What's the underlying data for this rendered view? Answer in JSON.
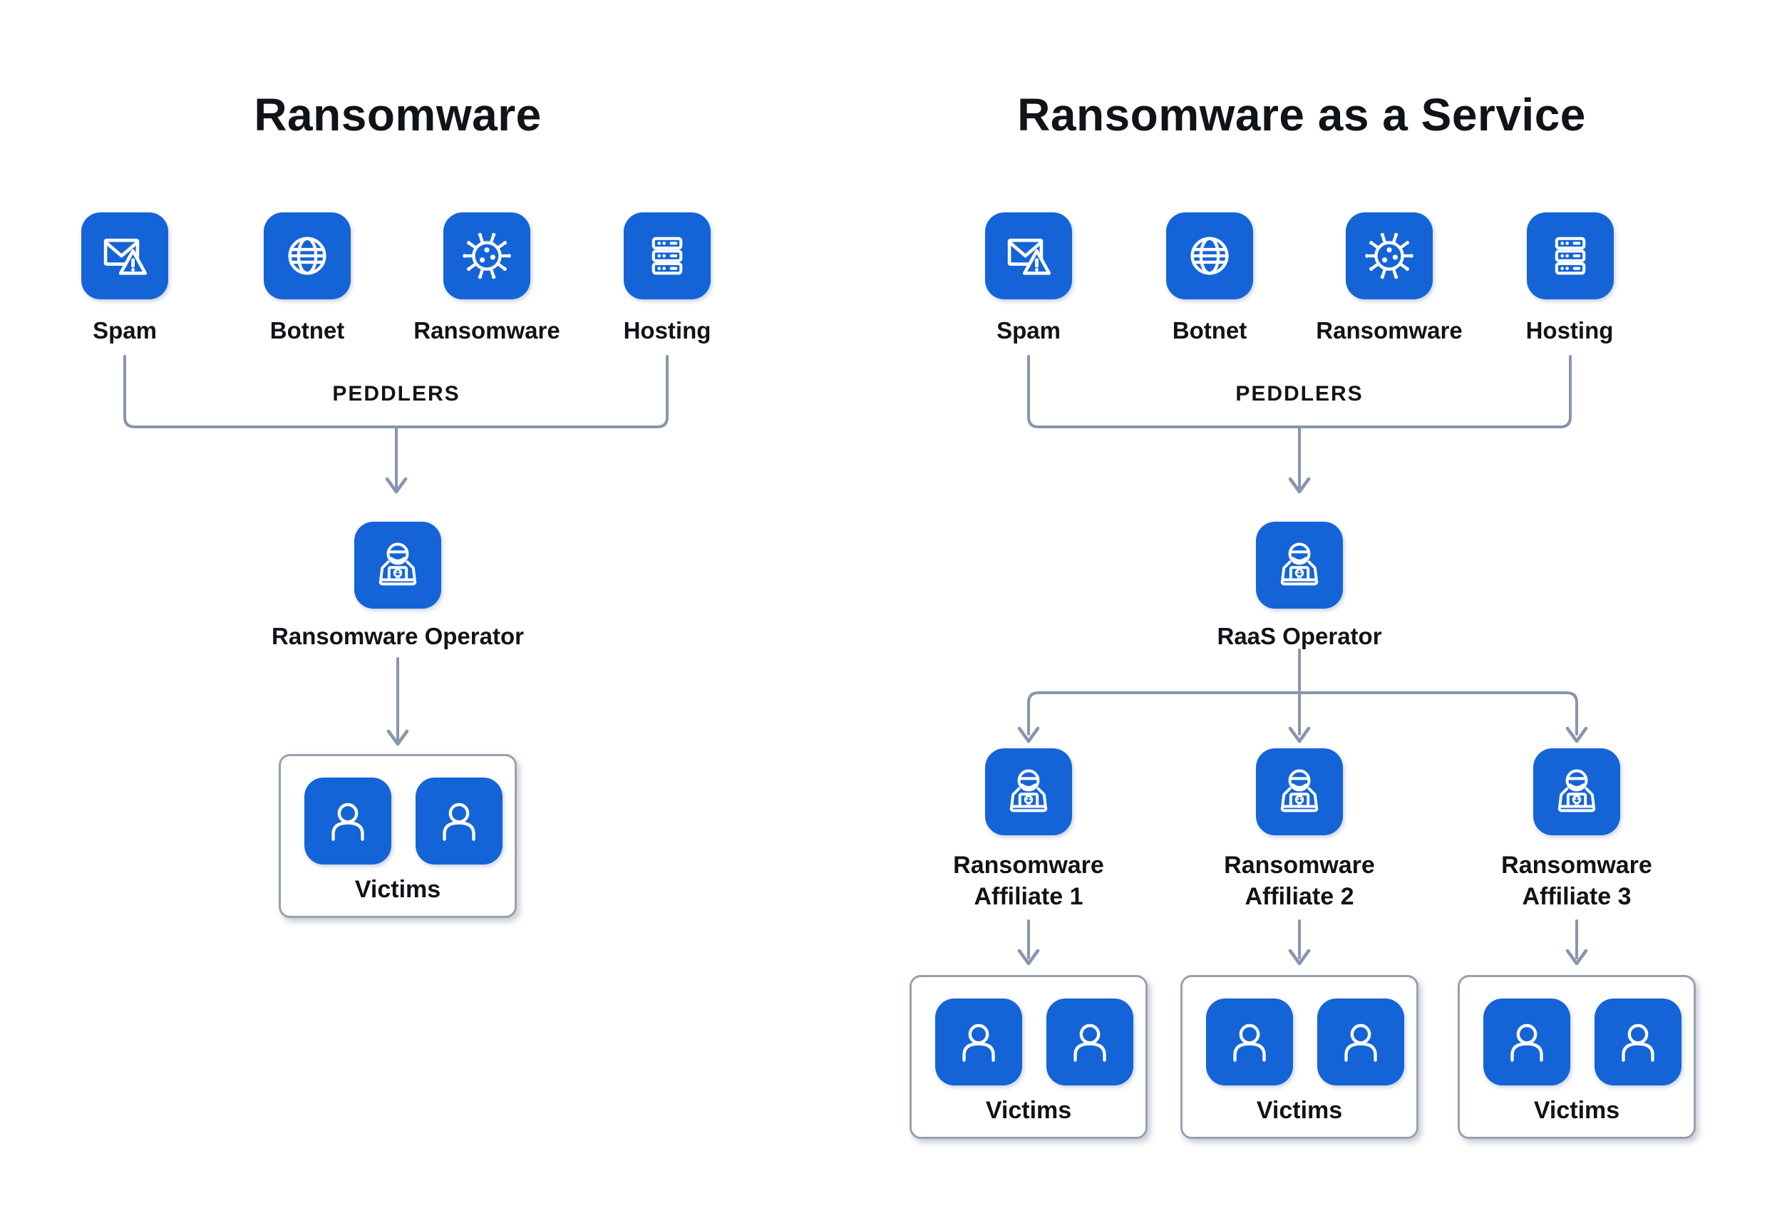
{
  "colors": {
    "tile_blue": "#1464d8",
    "connector_line": "#8995ad",
    "victims_box_border": "#97a1b0",
    "text": "#101318"
  },
  "left": {
    "title": "Ransomware",
    "peddlers_label": "PEDDLERS",
    "sources": [
      {
        "label": "Spam",
        "icon": "spam-icon"
      },
      {
        "label": "Botnet",
        "icon": "globe-icon"
      },
      {
        "label": "Ransomware",
        "icon": "virus-icon"
      },
      {
        "label": "Hosting",
        "icon": "server-icon"
      }
    ],
    "operator_label": "Ransomware Operator",
    "victims_label": "Victims"
  },
  "right": {
    "title": "Ransomware as a Service",
    "peddlers_label": "PEDDLERS",
    "sources": [
      {
        "label": "Spam",
        "icon": "spam-icon"
      },
      {
        "label": "Botnet",
        "icon": "globe-icon"
      },
      {
        "label": "Ransomware",
        "icon": "virus-icon"
      },
      {
        "label": "Hosting",
        "icon": "server-icon"
      }
    ],
    "operator_label": "RaaS Operator",
    "affiliates": [
      {
        "line1": "Ransomware",
        "line2": "Affiliate 1"
      },
      {
        "line1": "Ransomware",
        "line2": "Affiliate 2"
      },
      {
        "line1": "Ransomware",
        "line2": "Affiliate 3"
      }
    ],
    "victims_labels": [
      "Victims",
      "Victims",
      "Victims"
    ]
  }
}
